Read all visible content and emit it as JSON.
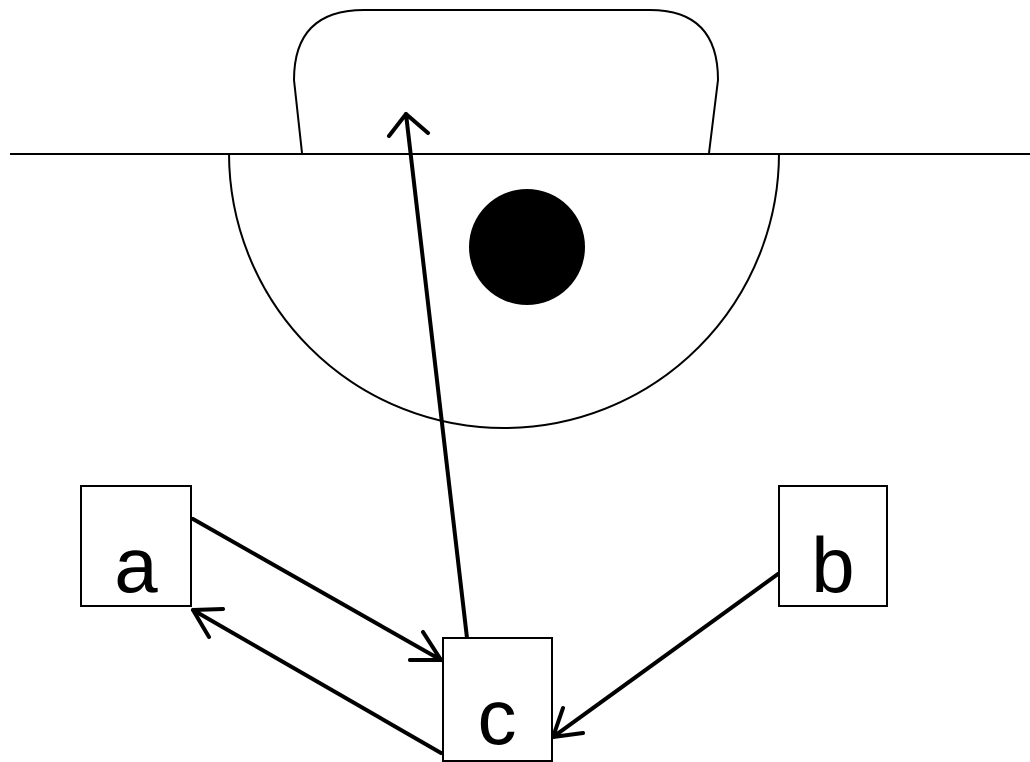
{
  "diagram": {
    "nodes": [
      {
        "id": "a",
        "label": "a"
      },
      {
        "id": "b",
        "label": "b"
      },
      {
        "id": "c",
        "label": "c"
      }
    ],
    "edges": [
      {
        "from": "a",
        "to": "c"
      },
      {
        "from": "c",
        "to": "a"
      },
      {
        "from": "b",
        "to": "c"
      },
      {
        "from": "c",
        "to": "cup"
      }
    ]
  },
  "colors": {
    "stroke": "#000000",
    "background": "#ffffff"
  }
}
